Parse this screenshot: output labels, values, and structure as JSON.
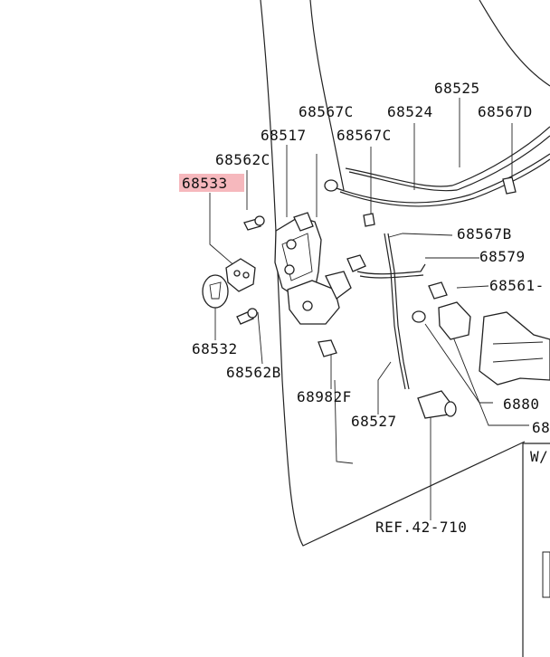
{
  "highlight_color": "#f6b8bd",
  "line_color": "#222222",
  "labels": {
    "l68525": "68525",
    "l68567C_a": "68567C",
    "l68524": "68524",
    "l68567D": "68567D",
    "l68517": "68517",
    "l68567C_b": "68567C",
    "l68562C": "68562C",
    "l68533": "68533",
    "l68567B": "68567B",
    "l68579": "68579",
    "l68561": "68561-",
    "l68532": "68532",
    "l68562B": "68562B",
    "l68982F": "68982F",
    "l68527": "68527",
    "l6880": "6880",
    "l68cut": "68",
    "ref": "REF.42-710",
    "wcut": "W/"
  }
}
